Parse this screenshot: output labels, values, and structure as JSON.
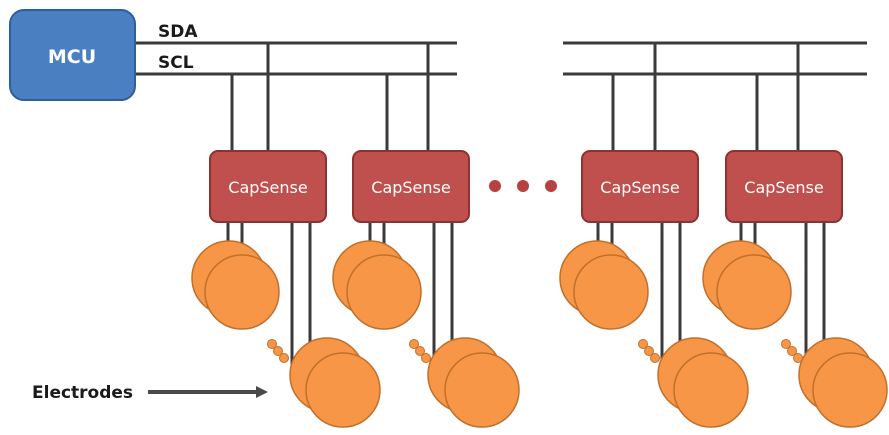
{
  "mcu": {
    "label": "MCU"
  },
  "bus": {
    "sda_label": "SDA",
    "scl_label": "SCL"
  },
  "capsense_label": "CapSense",
  "electrodes_label": "Electrodes",
  "colors": {
    "mcu_fill": "#4a7fc1",
    "mcu_stroke": "#2f5f9a",
    "capsense_fill": "#c0504d",
    "capsense_stroke": "#8c3331",
    "electrode_fill": "#f79646",
    "electrode_stroke": "#c0702c",
    "wire": "#3a3a3a",
    "dot_ellipsis": "#b7413e"
  },
  "icons": {
    "ellipsis": "ellipsis-dots-icon",
    "arrow": "arrow-right-icon",
    "electrode": "electrode-circle-icon"
  }
}
